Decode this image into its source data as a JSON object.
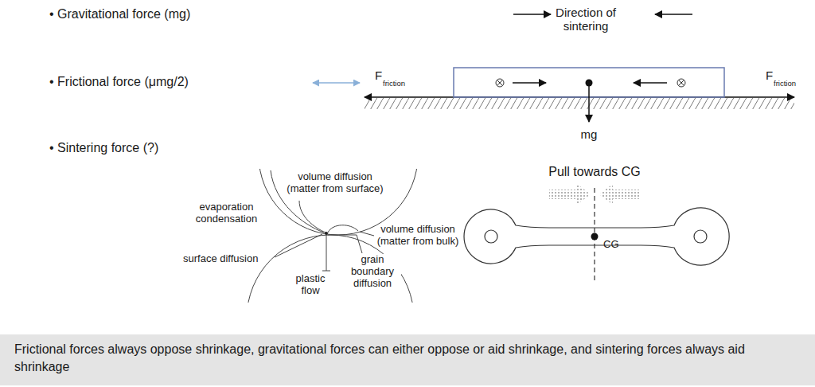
{
  "diagram": {
    "nodes": [
      {
        "text": [
          "Frictional forces always oppose shrinkage, gravitational forces can either oppose or aid shrinkage, and sintering forces always aid shrinkage"
        ]
      }
    ],
    "labels": [
      "• Gravitational force (mg)",
      "• Frictional force (μmg/2)",
      "• Sintering force (?)",
      "Direction of sintering",
      "F",
      "friction",
      "F",
      "friction",
      "mg",
      "volume diffusion (matter from surface)",
      "evaporation condensation",
      "volume diffusion (matter from bulk)",
      "surface diffusion",
      "grain boundary diffusion",
      "plastic flow",
      "Pull towards CG",
      "CG"
    ]
  }
}
